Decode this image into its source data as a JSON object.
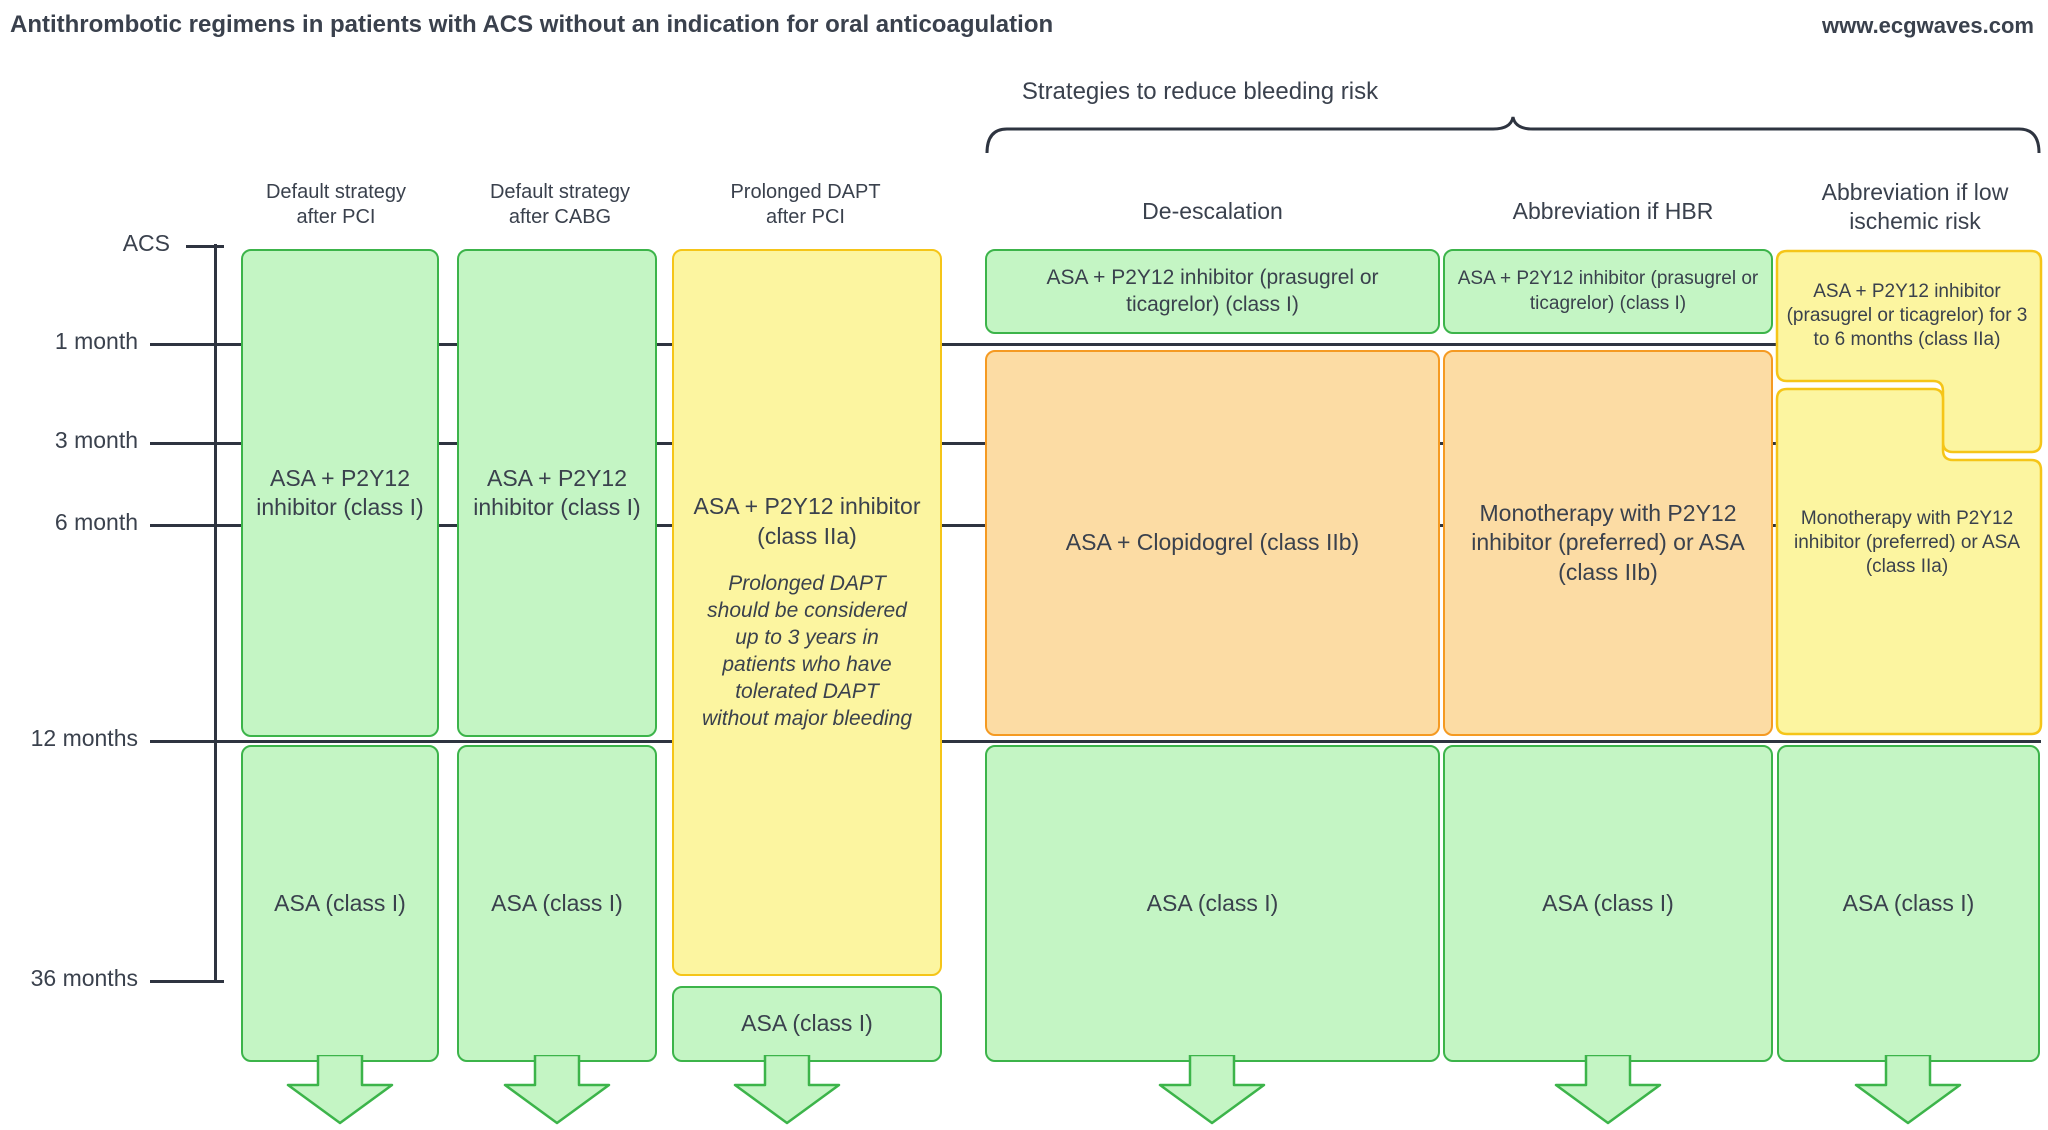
{
  "header": {
    "title": "Antithrombotic regimens in patients with ACS without an indication for oral anticoagulation",
    "site": "www.ecgwaves.com"
  },
  "group": {
    "label": "Strategies to reduce bleeding risk",
    "brace_icon": "curly-brace-icon"
  },
  "timeline": {
    "ticks": [
      {
        "label": "ACS"
      },
      {
        "label": "1 month"
      },
      {
        "label": "3 month"
      },
      {
        "label": "6 month"
      },
      {
        "label": "12 months"
      },
      {
        "label": "36 months"
      }
    ],
    "ellipsis_icon": "vertical-dots-icon"
  },
  "columns": [
    {
      "id": "default-pci",
      "title": "Default strategy\nafter PCI",
      "title_line1": "Default strategy",
      "title_line2": "after PCI",
      "boxes": [
        {
          "text": "ASA +\nP2Y12\ninhibitor\n(class I)",
          "color": "green"
        },
        {
          "text": "ASA (class I)",
          "color": "green"
        }
      ],
      "arrow": "down-arrow-icon"
    },
    {
      "id": "default-cabg",
      "title_line1": "Default strategy",
      "title_line2": "after CABG",
      "boxes": [
        {
          "text": "ASA +\nP2Y12\ninhibitor\n(class I)",
          "color": "green"
        },
        {
          "text": "ASA (class I)",
          "color": "green"
        }
      ],
      "arrow": "down-arrow-icon"
    },
    {
      "id": "prolonged-dapt-pci",
      "title_line1": "Prolonged DAPT",
      "title_line2": "after PCI",
      "boxes": [
        {
          "text": "ASA + P2Y12 inhibitor (class IIa)",
          "color": "yellow"
        },
        {
          "text": "Prolonged DAPT should be considered up to 3 years in patients who have tolerated DAPT without major bleeding",
          "color": "yellow",
          "italic": true
        },
        {
          "text": "ASA (class I)",
          "color": "green"
        }
      ],
      "arrow": "down-arrow-icon"
    },
    {
      "id": "de-escalation",
      "title_line1": "De-escalation",
      "title_line2": "",
      "boxes": [
        {
          "text": "ASA + P2Y12 inhibitor (prasugrel or ticagrelor) (class I)",
          "color": "green"
        },
        {
          "text": "ASA + Clopidogrel (class IIb)",
          "color": "orange"
        },
        {
          "text": "ASA (class I)",
          "color": "green"
        }
      ],
      "arrow": "down-arrow-icon"
    },
    {
      "id": "abbreviation-hbr",
      "title_line1": "Abbreviation if HBR",
      "title_line2": "",
      "boxes": [
        {
          "text": "ASA + P2Y12 inhibitor (prasugrel or ticagrelor) (class I)",
          "color": "green"
        },
        {
          "text": "Monotherapy with P2Y12 inhibitor (preferred) or ASA (class IIb)",
          "color": "orange"
        },
        {
          "text": "ASA (class I)",
          "color": "green"
        }
      ],
      "arrow": "down-arrow-icon"
    },
    {
      "id": "abbreviation-low-ischemic",
      "title_line1": "Abbreviation if low",
      "title_line2": "ischemic risk",
      "boxes": [
        {
          "text": "ASA + P2Y12 inhibitor (prasugrel or ticagrelor) for 3 to 6 months (class IIa)",
          "color": "yellow"
        },
        {
          "text": "Monotherapy with P2Y12 inhibitor (preferred) or ASA (class IIa)",
          "color": "yellow"
        },
        {
          "text": "ASA (class I)",
          "color": "green"
        }
      ],
      "arrow": "down-arrow-icon"
    }
  ],
  "colors": {
    "green_fill": "#c4f5c4",
    "green_border": "#3cb44a",
    "orange_fill": "#fcdca4",
    "orange_border": "#f59a22",
    "yellow_fill": "#fcf5a0",
    "yellow_border": "#f5c518",
    "text": "#3a414d",
    "rule": "#2e3440"
  }
}
